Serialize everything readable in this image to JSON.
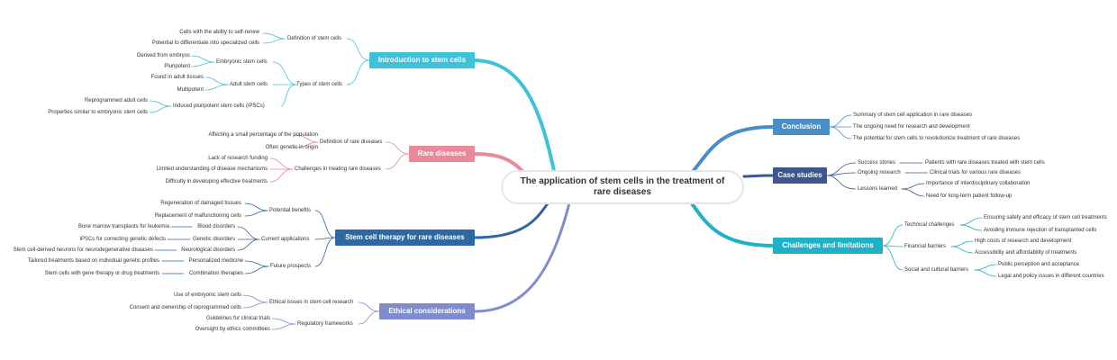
{
  "colors": {
    "intro": "#3fc1d9",
    "rare": "#e88a9a",
    "therapy": "#2e67a3",
    "ethics": "#7f8dcf",
    "conclusion": "#4b8dc7",
    "cases": "#3d568f",
    "challenges": "#1fb2c6"
  },
  "center": {
    "title": "The application of stem cells in the treatment of rare diseases"
  },
  "left": {
    "intro": {
      "label": "Introduction to stem cells",
      "definition": {
        "label": "Definition of stem cells",
        "items": [
          "Cells with the ability to self-renew",
          "Potential to differentiate into specialized cells"
        ]
      },
      "types": {
        "label": "Types of stem cells",
        "embryonic": {
          "label": "Embryonic stem cells",
          "items": [
            "Derived from embryos",
            "Pluripotent"
          ]
        },
        "adult": {
          "label": "Adult stem cells",
          "items": [
            "Found in adult tissues",
            "Multipotent"
          ]
        },
        "ipsc": {
          "label": "Induced pluripotent stem cells (iPSCs)",
          "items": [
            "Reprogrammed adult cells",
            "Properties similar to embryonic stem cells"
          ]
        }
      }
    },
    "rare": {
      "label": "Rare diseases",
      "definition": {
        "label": "Definition of rare diseases",
        "items": [
          "Affecting a small percentage of the population",
          "Often genetic in origin"
        ]
      },
      "challenges": {
        "label": "Challenges in treating rare diseases",
        "items": [
          "Lack of research funding",
          "Limited understanding of disease mechanisms",
          "Difficulty in developing effective treatments"
        ]
      }
    },
    "therapy": {
      "label": "Stem cell therapy for rare diseases",
      "benefits": {
        "label": "Potential benefits",
        "items": [
          "Regeneration of damaged tissues",
          "Replacement of malfunctioning cells"
        ]
      },
      "current": {
        "label": "Current applications",
        "blood": {
          "label": "Blood disorders",
          "item": "Bone marrow transplants for leukemia"
        },
        "genetic": {
          "label": "Genetic disorders",
          "item": "iPSCs for correcting genetic defects"
        },
        "neuro": {
          "label": "Neurological disorders",
          "item": "Stem cell-derived neurons for neurodegenerative diseases"
        }
      },
      "future": {
        "label": "Future prospects",
        "personalized": {
          "label": "Personalized medicine",
          "item": "Tailored treatments based on individual genetic profiles"
        },
        "combination": {
          "label": "Combination therapies",
          "item": "Stem cells with gene therapy or drug treatments"
        }
      }
    },
    "ethics": {
      "label": "Ethical considerations",
      "issues": {
        "label": "Ethical issues in stem cell research",
        "items": [
          "Use of embryonic stem cells",
          "Consent and ownership of reprogrammed cells"
        ]
      },
      "regulatory": {
        "label": "Regulatory frameworks",
        "items": [
          "Guidelines for clinical trials",
          "Oversight by ethics committees"
        ]
      }
    }
  },
  "right": {
    "conclusion": {
      "label": "Conclusion",
      "items": [
        "Summary of stem cell application in rare diseases",
        "The ongoing need for research and development",
        "The potential for stem cells to revolutionize treatment of rare diseases"
      ]
    },
    "cases": {
      "label": "Case studies",
      "success": {
        "label": "Success stories",
        "item": "Patients with rare diseases treated with stem cells"
      },
      "ongoing": {
        "label": "Ongoing research",
        "item": "Clinical trials for various rare diseases"
      },
      "lessons": {
        "label": "Lessons learned",
        "items": [
          "Importance of interdisciplinary collaboration",
          "Need for long-term patient follow-up"
        ]
      }
    },
    "challenges": {
      "label": "Challenges and limitations",
      "technical": {
        "label": "Technical challenges",
        "items": [
          "Ensuring safety and efficacy of stem cell treatments",
          "Avoiding immune rejection of transplanted cells"
        ]
      },
      "financial": {
        "label": "Financial barriers",
        "items": [
          "High costs of research and development",
          "Accessibility and affordability of treatments"
        ]
      },
      "social": {
        "label": "Social and cultural barriers",
        "items": [
          "Public perception and acceptance",
          "Legal and policy issues in different countries"
        ]
      }
    }
  }
}
